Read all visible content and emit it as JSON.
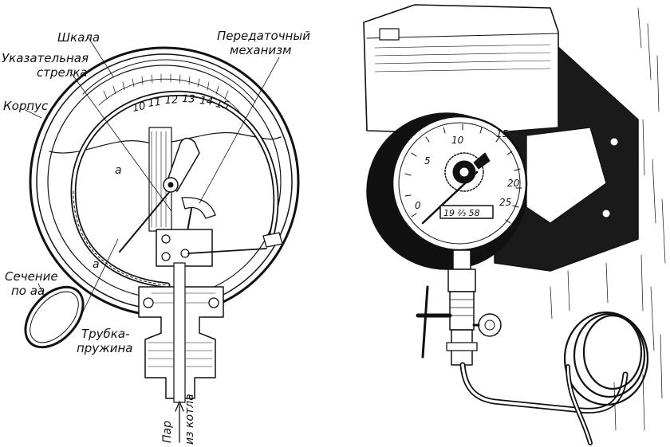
{
  "left_figure": {
    "labels": {
      "scale": "Шкала",
      "pointer_line1": "Указательная",
      "pointer_line2": "стрелка",
      "transmission_line1": "Передаточный",
      "transmission_line2": "механизм",
      "housing": "Корпус",
      "section_line1": "Сечение",
      "section_line2": "по аа",
      "tube_line1": "Трубка-",
      "tube_line2": "пружина",
      "section_mark_top": "а",
      "section_mark_bottom": "а",
      "steam_line1": "Пар",
      "steam_line2": "из котла"
    },
    "scale_ticks": [
      "10",
      "11",
      "12",
      "13",
      "14",
      "15"
    ]
  },
  "right_figure": {
    "dial_ticks": [
      "0",
      "5",
      "10",
      "15",
      "20",
      "25"
    ],
    "plate_text": "19 ²⁄₃ 58"
  }
}
